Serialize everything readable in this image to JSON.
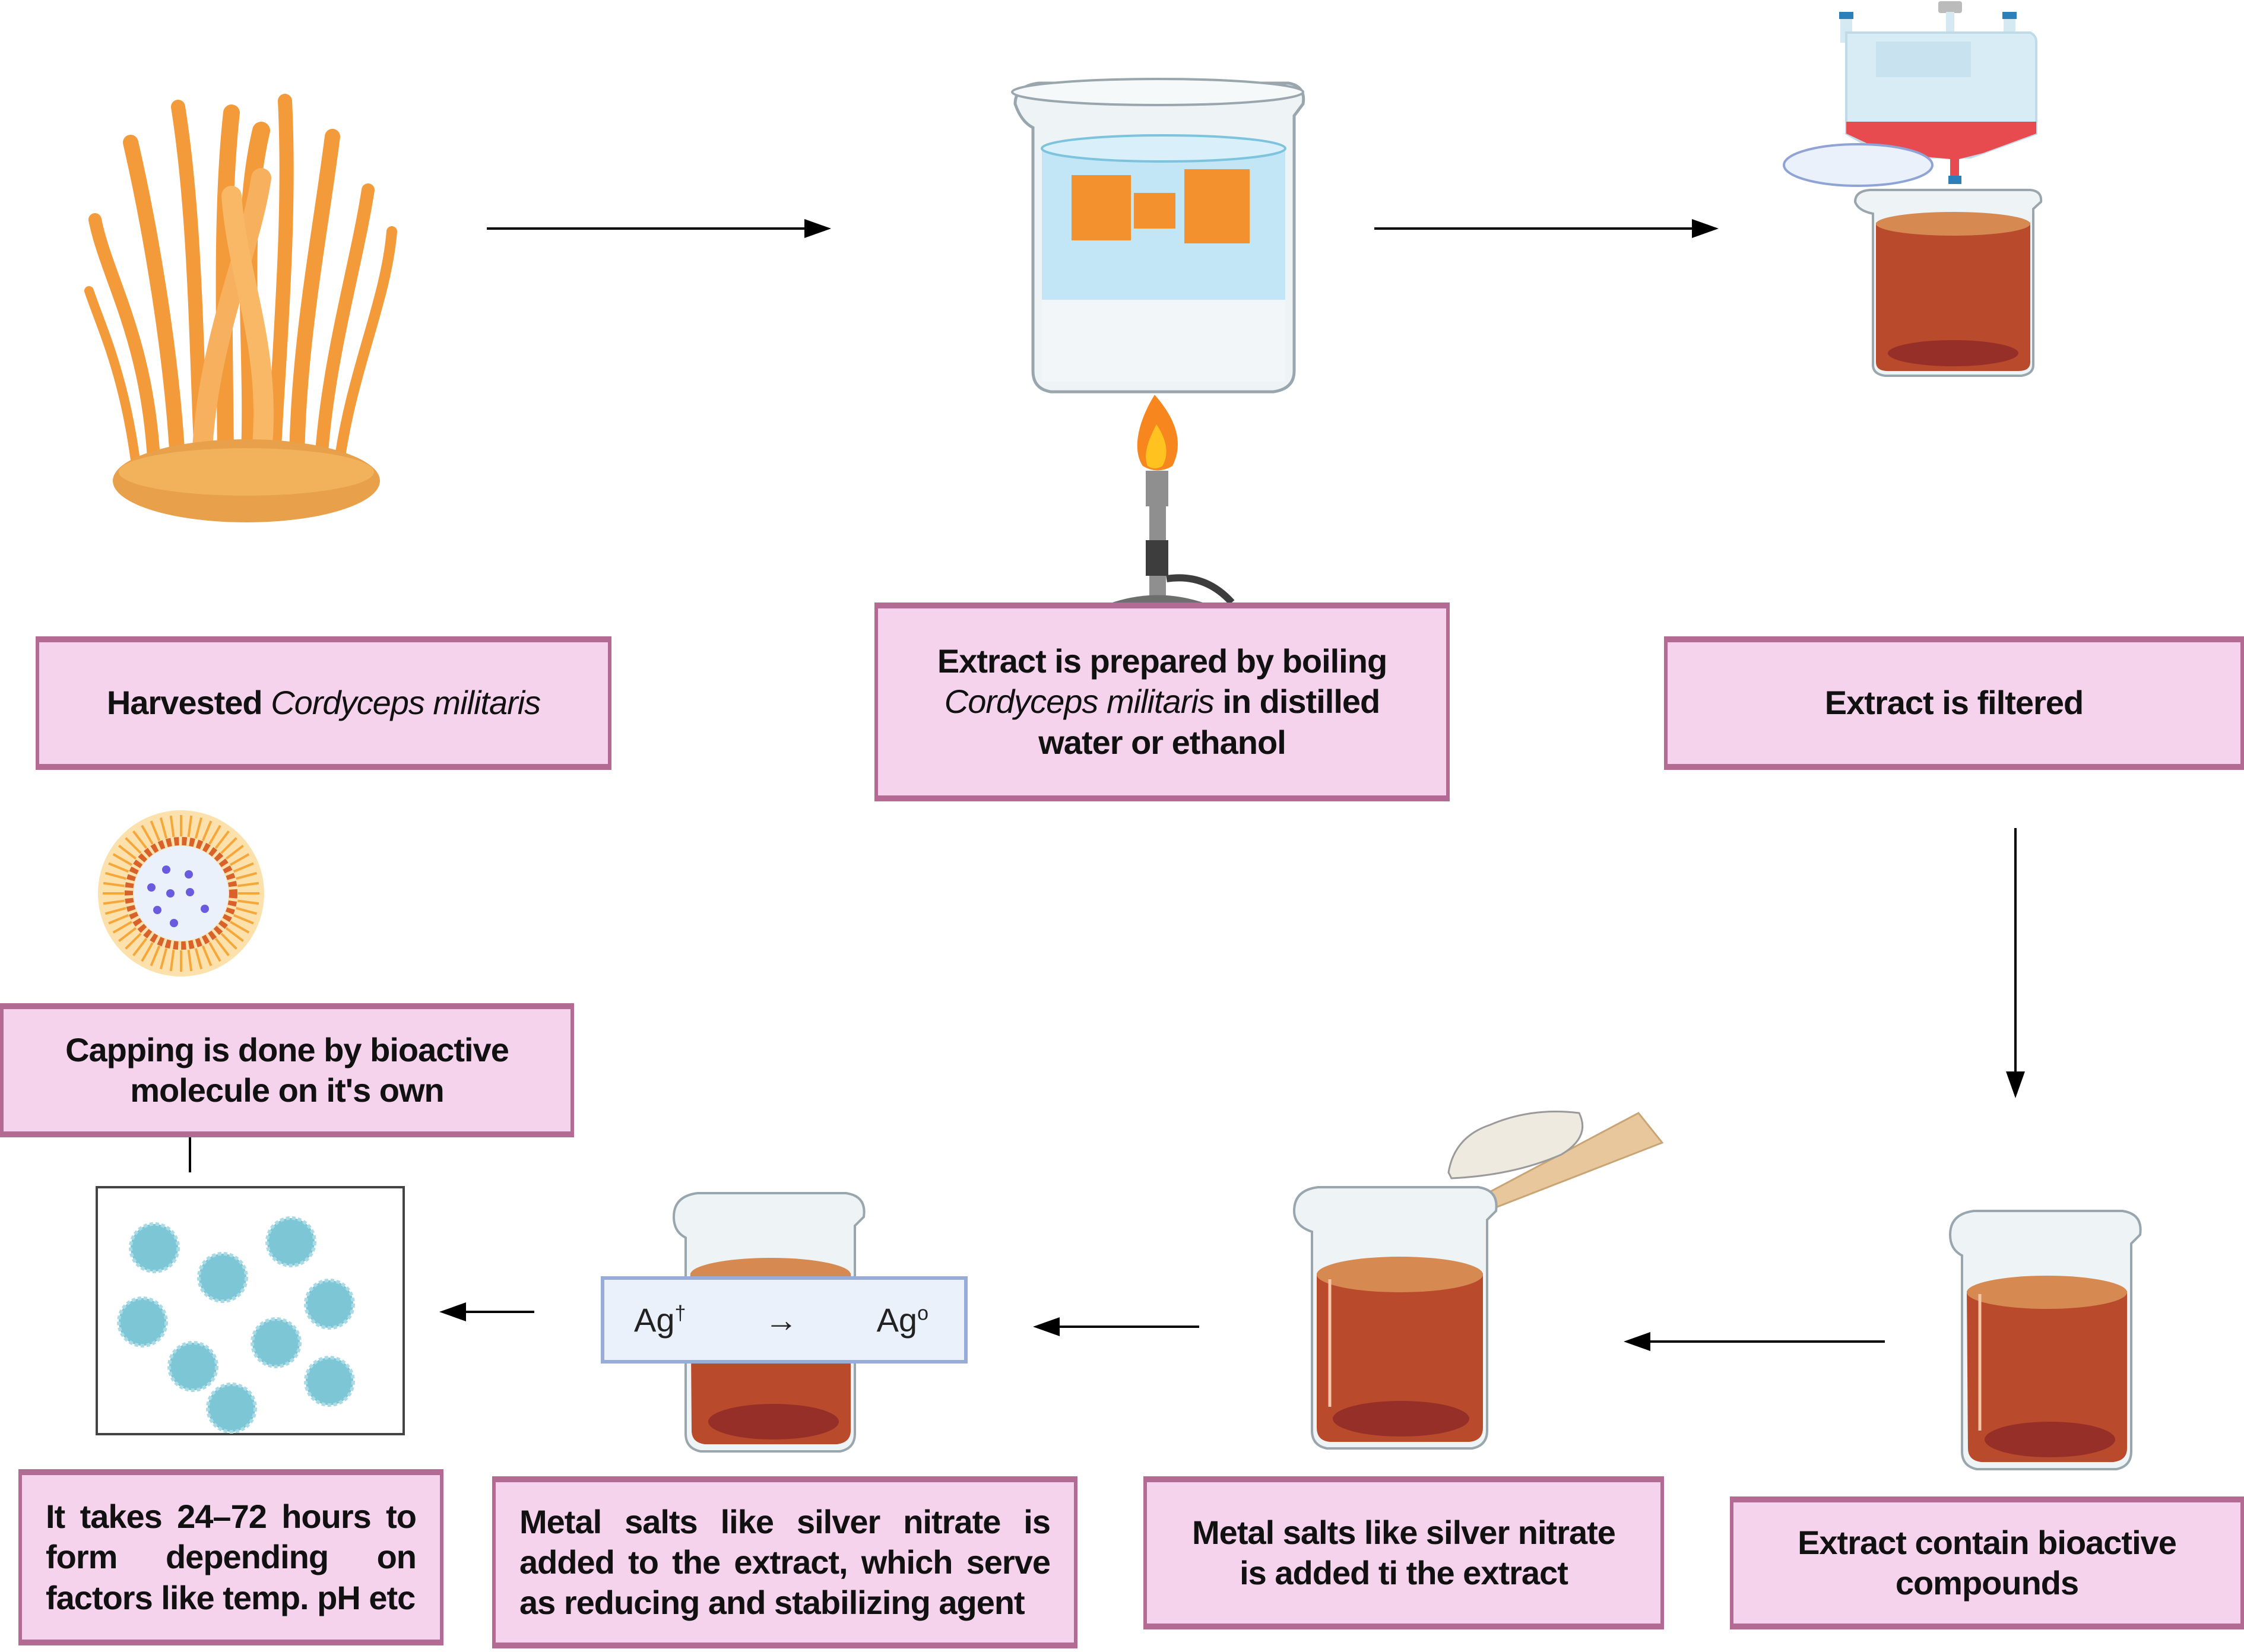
{
  "title": "Green synthesis of silver nanoparticles using Cordyceps militaris extract",
  "steps": [
    {
      "id": "harvest",
      "text_bold": "Harvested ",
      "text_italic": "Cordyceps militaris",
      "illustration": "cordyceps-mushroom"
    },
    {
      "id": "boil",
      "line1": "Extract is prepared by boiling",
      "line2_italic": "Cordyceps militaris",
      "line2_rest": " in distilled",
      "line3": "water or ethanol",
      "illustration": "beaker-over-bunsen-burner"
    },
    {
      "id": "filter",
      "text": "Extract is filtered",
      "illustration": "filter-unit-and-beaker"
    },
    {
      "id": "bioactive",
      "text": "Extract contain bioactive compounds",
      "illustration": "beaker-brown-extract"
    },
    {
      "id": "add-salt",
      "text": "Metal salts like silver nitrate is added ti the extract",
      "illustration": "beaker-with-powder-spatula"
    },
    {
      "id": "reduce",
      "text": "Metal salts like silver nitrate is added to the extract, which serve as reducing and stabilizing agent",
      "illustration": "beaker-with-reaction-label"
    },
    {
      "id": "time",
      "text": "It takes 24–72 hours to form depending on factors like temp. pH etc",
      "illustration": "nanoparticles-panel"
    },
    {
      "id": "capping",
      "text": "Capping is done by bioactive molecule on it's own",
      "illustration": "capped-nanoparticle"
    }
  ],
  "reaction": {
    "reactant": "Ag",
    "reactant_sup": "†",
    "arrow": "→",
    "product": "Ag",
    "product_sup": "o"
  },
  "colors": {
    "box_fill": "#f5d3ec",
    "box_border": "#b46b93",
    "extract": "#b94a2c",
    "extract_top": "#d68a52",
    "water": "#bfe3f3",
    "nanoparticle": "#7cc6d6",
    "arrow": "#000000"
  }
}
